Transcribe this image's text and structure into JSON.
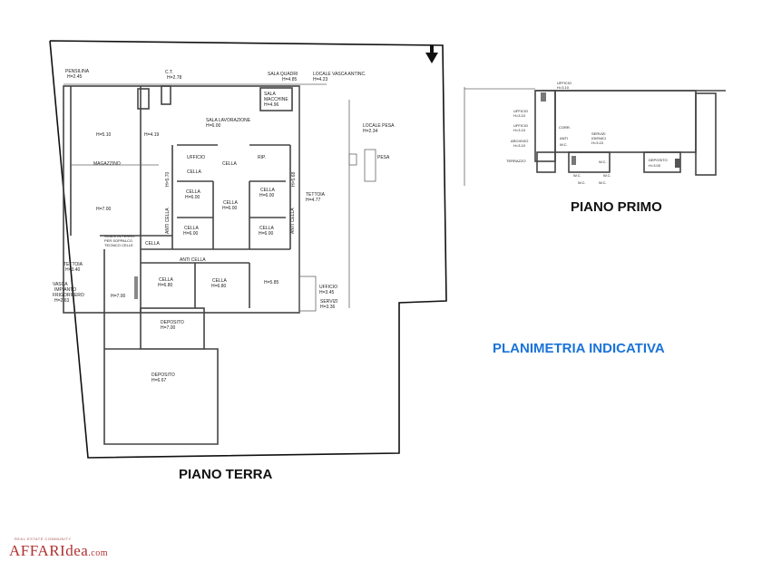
{
  "titles": {
    "ground_floor": "PIANO TERRA",
    "first_floor": "PIANO PRIMO",
    "note": "PLANIMETRIA INDICATIVA"
  },
  "ground_labels": {
    "pensilina": "PENSILINA",
    "pensilina_h": "H=2.45",
    "ct": "C.T.",
    "ct_h": "H=2.78",
    "sala_quadri": "SALA QUADRI",
    "sala_quadri_h": "H=4.85",
    "vasca_antinc": "LOCALE VASCA ANTINC.",
    "vasca_antinc_h": "H=4.23",
    "sala_macchine": "SALA",
    "sala_macchine2": "MACCHINE",
    "sala_macchine_h": "H=4.96",
    "sala_lavorazione": "SALA LAVORAZIONE",
    "sala_lavorazione_h": "H=6.00",
    "locale_pesa": "LOCALE PESA",
    "locale_pesa_h": "H=2.34",
    "pesa": "PESA",
    "h510": "H=5.10",
    "h419": "H=4.19",
    "magazzino": "MAGAZZINO",
    "h700a": "H=7.00",
    "ufficio": "UFFICIO",
    "cella": "CELLA",
    "rip": "RIP.",
    "cella_h": "H=6.00",
    "h570": "H=5.70",
    "h568": "H=5.68",
    "anti_cella": "ANTI CELLA",
    "tettoia_r": "TETTOIA",
    "tettoia_r_h": "H=4.77",
    "scale": "SCALE IN FERRO",
    "scale2": "PER SOPPALCO",
    "scale3": "TECNICO CELLE",
    "tettoia_l": "TETTOIA",
    "tettoia_l_h": "H=3.40",
    "vasca": "VASCA",
    "vasca2": "IMPIANTO",
    "vasca3": "FRIGORIFERO",
    "vasca_h": "H=2.63",
    "h700b": "H=7.00",
    "cella_680": "H=6.80",
    "h585": "H=5.85",
    "ufficio2": "UFFICIO",
    "ufficio2_h": "H=3.45",
    "servizi": "SERVIZI",
    "servizi_h": "H=3.36",
    "deposito": "DEPOSITO",
    "deposito_h": "H=7.00",
    "deposito2_h": "H=6.67"
  },
  "first_labels": {
    "ufficio_top_h": "H=3.10",
    "ufficio": "UFFICIO",
    "ufficio_h": "H=3.10",
    "archivio": "ARCHIVIO",
    "archivio_h": "H=3.10",
    "terrazzo": "TERRAZZO",
    "corr": "CORR.",
    "anti": "ANTI",
    "wc": "W.C.",
    "servizi": "SERVIZI",
    "servizi2": "IGIENICI",
    "servizi_h": "H=3.10",
    "deposito": "DEPOSITO",
    "deposito_h": "H=3.00"
  },
  "logo": {
    "main": "AFFARI",
    "sub": "dea",
    "suffix": ".com",
    "tagline": "REAL ESTATE COMMUNITY"
  },
  "colors": {
    "accent": "#1a73d9",
    "logo": "#b03030"
  }
}
